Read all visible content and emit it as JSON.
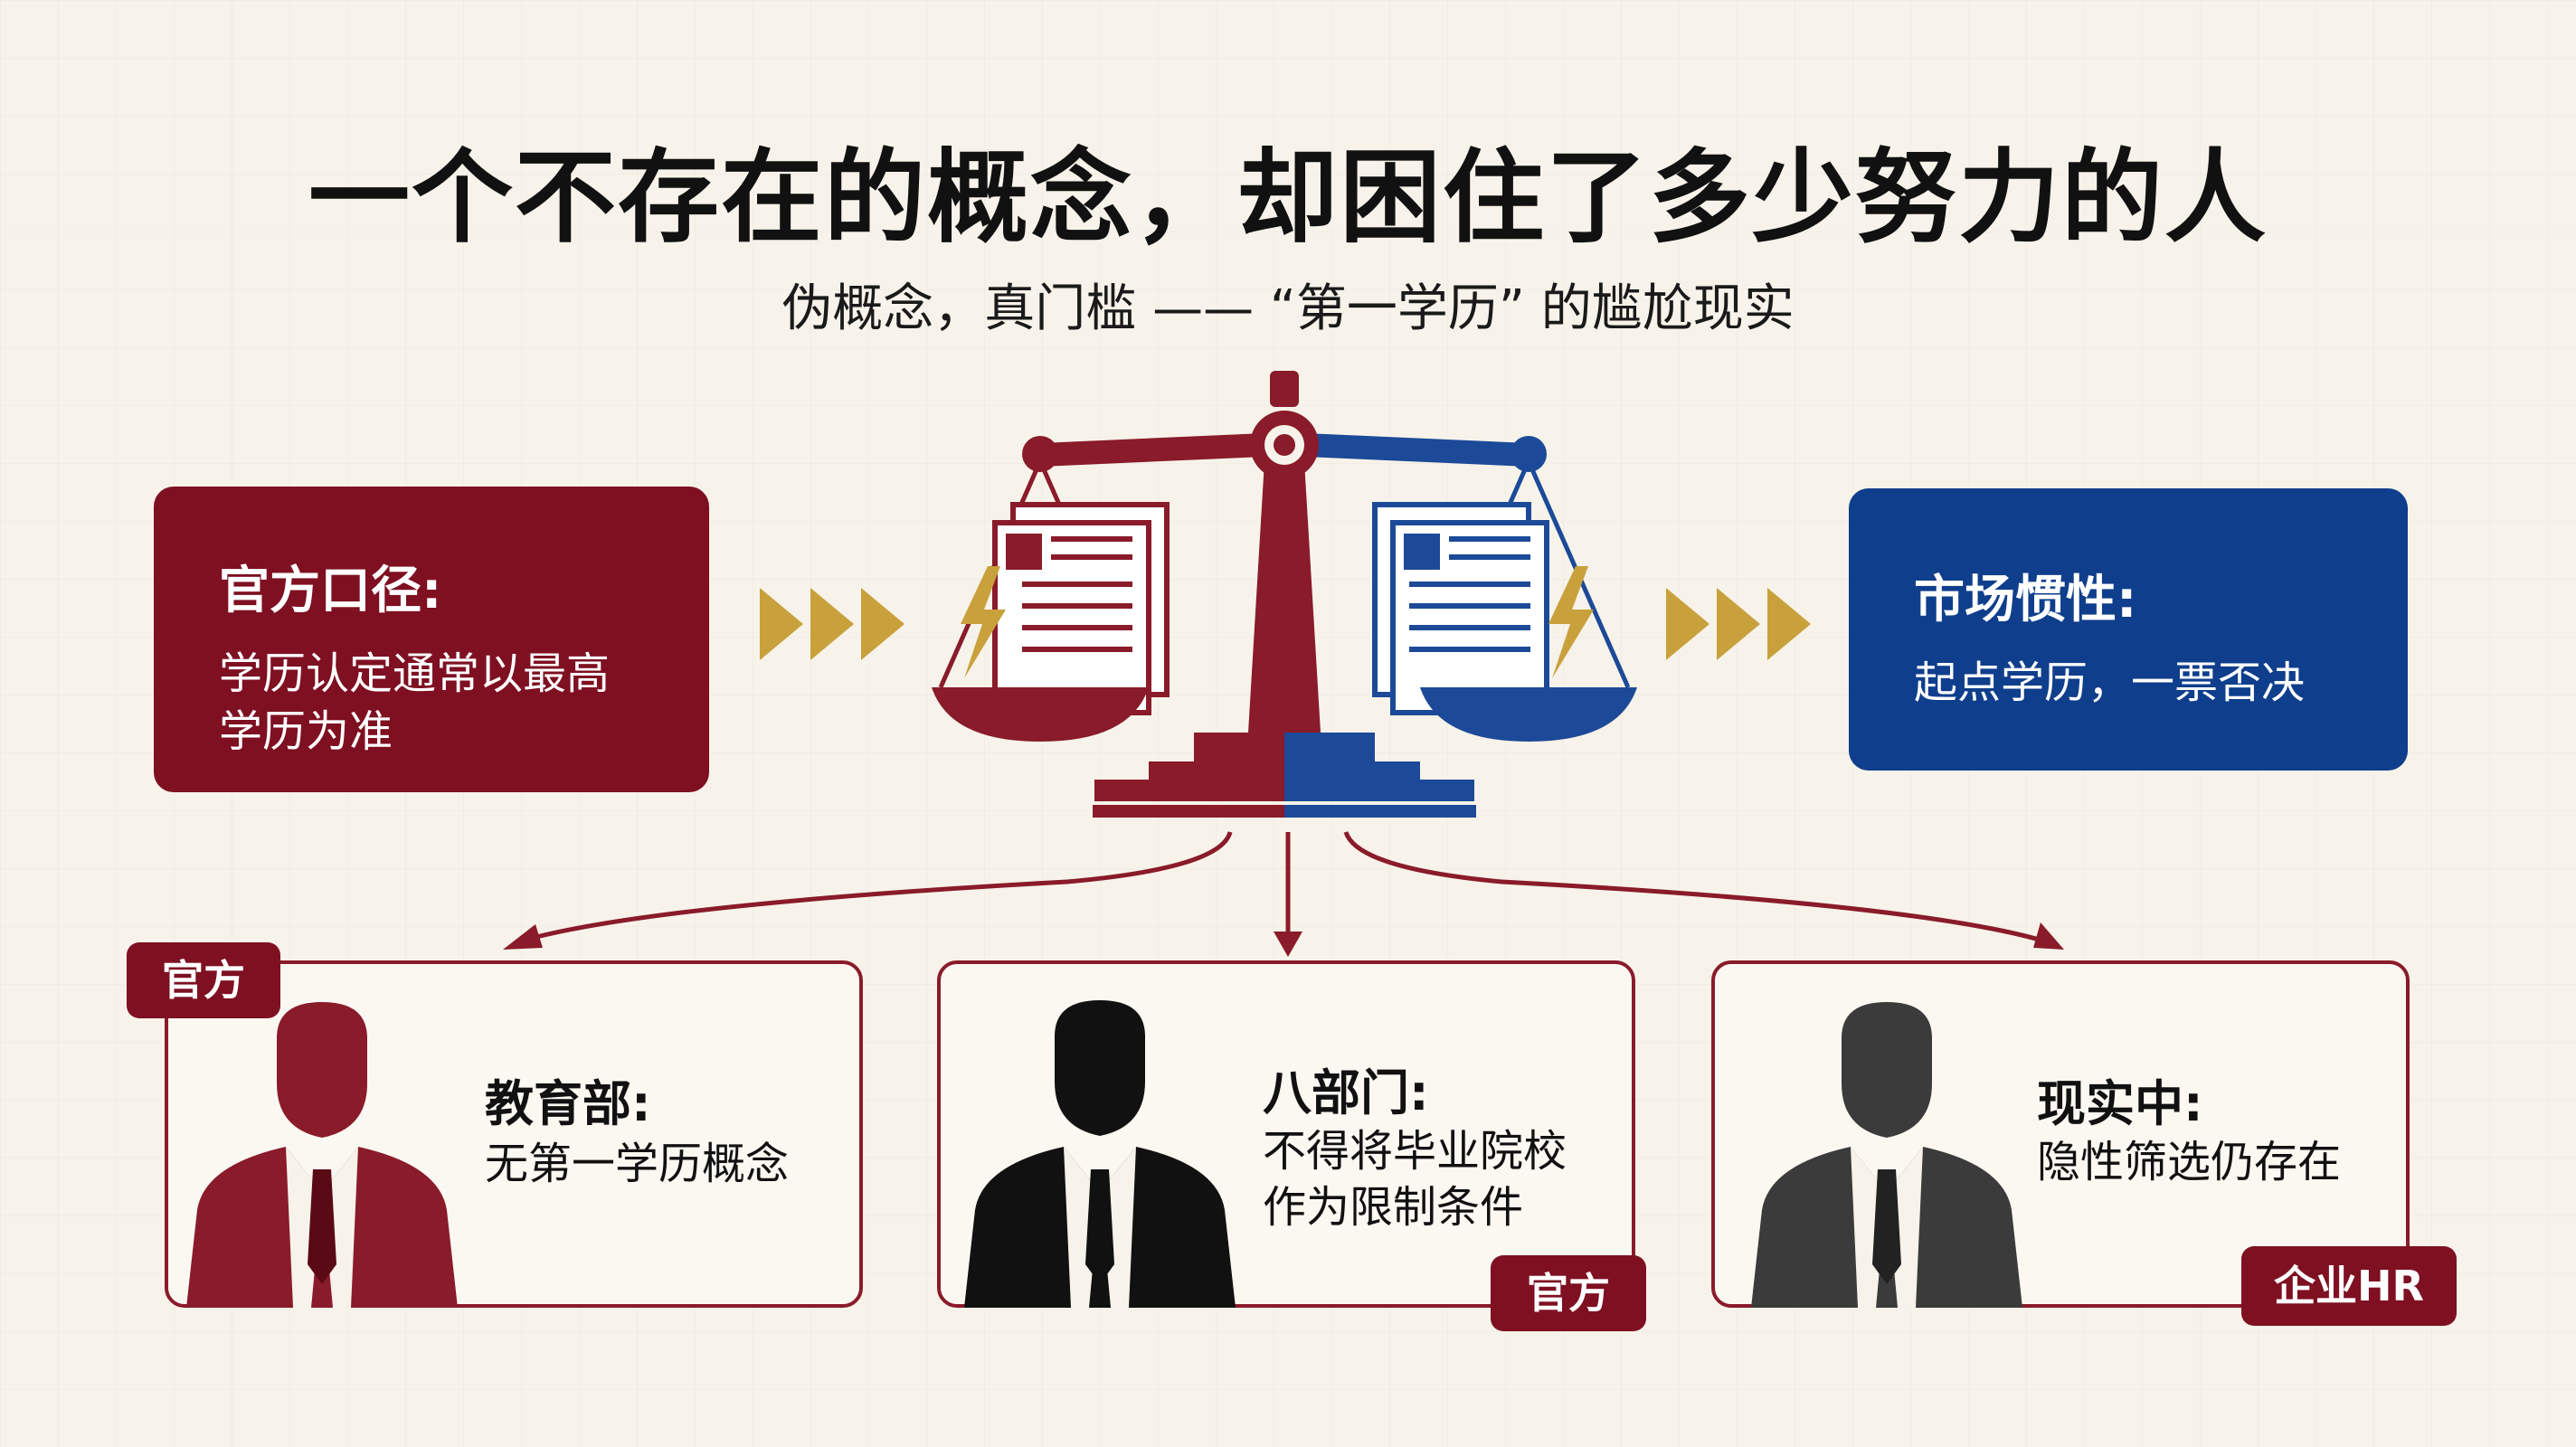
{
  "header": {
    "title": "一个不存在的概念，却困住了多少努力的人",
    "subtitle": "伪概念，真门槛 —— “第一学历” 的尴尬现实"
  },
  "left_box": {
    "title": "官方口径:",
    "body_line1": "学历认定通常以最高",
    "body_line2": "学历为准"
  },
  "right_box": {
    "title": "市场惯性:",
    "body": "起点学历，一票否决"
  },
  "cards": [
    {
      "title": "教育部:",
      "line1": "无第一学历概念",
      "line2": "",
      "tag": "官方"
    },
    {
      "title": "八部门:",
      "line1": "不得将毕业院校",
      "line2": "作为限制条件",
      "tag": "官方"
    },
    {
      "title": "现实中:",
      "line1": "隐性筛选仍存在",
      "line2": "",
      "tag": "企业HR"
    }
  ],
  "icons": [
    "balance-scale-icon",
    "document-icon",
    "lightning-icon",
    "chevron-right-icon",
    "person-silhouette-icon",
    "arrow-down-icon"
  ],
  "colors": {
    "crimson": "#7e1022",
    "navy": "#0f3e8c",
    "gold": "#c9a13c",
    "background": "#f7f3ea"
  }
}
